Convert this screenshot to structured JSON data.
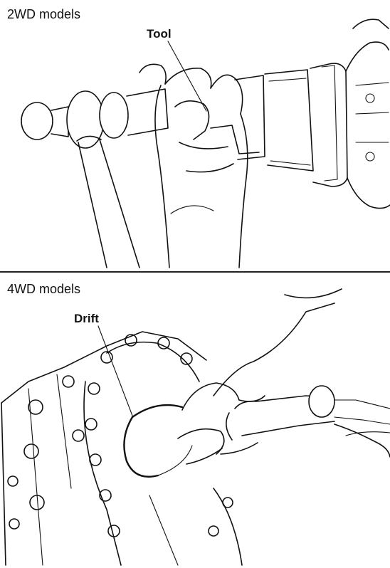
{
  "sections": [
    {
      "heading": "2WD models",
      "callout": "Tool"
    },
    {
      "heading": "4WD models",
      "callout": "Drift"
    }
  ]
}
